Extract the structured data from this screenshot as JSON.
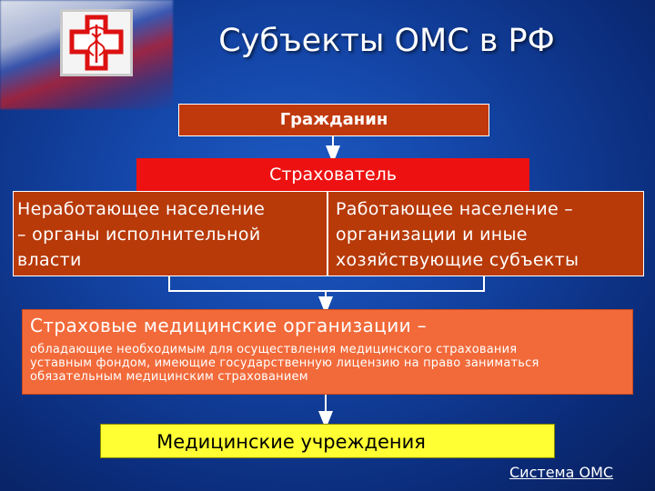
{
  "title": "Субъекты ОМС в РФ",
  "citizen": "Гражданин",
  "insurer": {
    "header": "Страхователь",
    "left_lines": [
      "Неработающее население",
      "– органы исполнительной",
      "власти"
    ],
    "right_lines": [
      "Работающее население –",
      "организации и иные",
      "хозяйствующие субъекты"
    ]
  },
  "smo": {
    "title": "Страховые медицинские организации –",
    "description_lines": [
      "обладающие необходимым для осуществления медицинского страхования",
      "уставным фондом, имеющие государственную лицензию на право заниматься",
      "обязательным медицинским страхованием"
    ]
  },
  "medical": "Медицинские учреждения",
  "footer_link": "Система ОМС",
  "colors": {
    "citizen_box": "#c0390d",
    "insurer_header": "#ee1111",
    "insurer_subbox": "#b83a09",
    "smo_box": "#f26a3a",
    "medical_box": "#ffff33"
  },
  "icons": [
    "flag-decoration",
    "medical-cross-logo",
    "caduceus-icon"
  ]
}
